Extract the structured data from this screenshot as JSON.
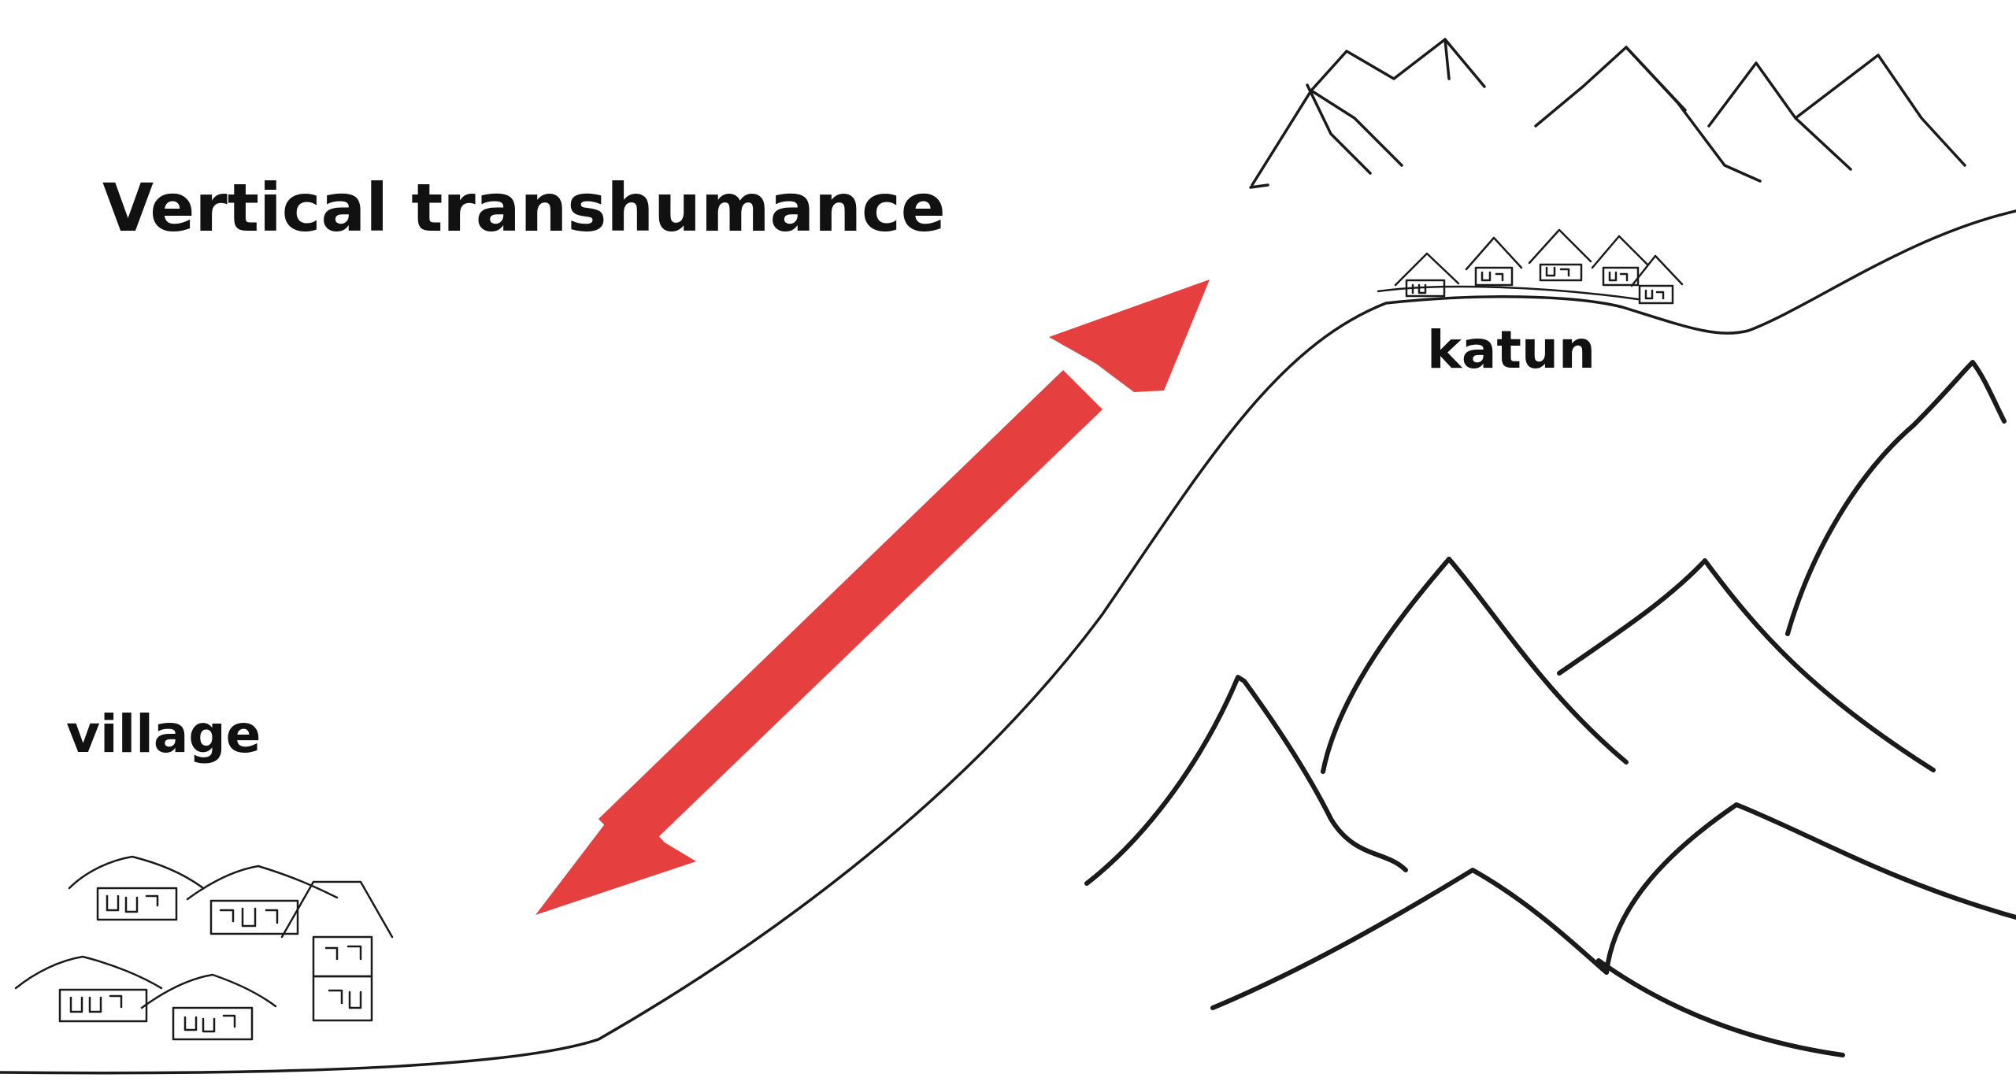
{
  "diagram": {
    "title": "Vertical transhumance",
    "labels": {
      "upper_settlement": "katun",
      "lower_settlement": "village"
    },
    "colors": {
      "arrow": "#e53f3f",
      "ink": "#1a1a1a",
      "background": "#ffffff"
    },
    "icons": {
      "arrow": "double-headed-arrow-icon",
      "houses": "house-icon",
      "mountains": "mountain-icon"
    }
  }
}
